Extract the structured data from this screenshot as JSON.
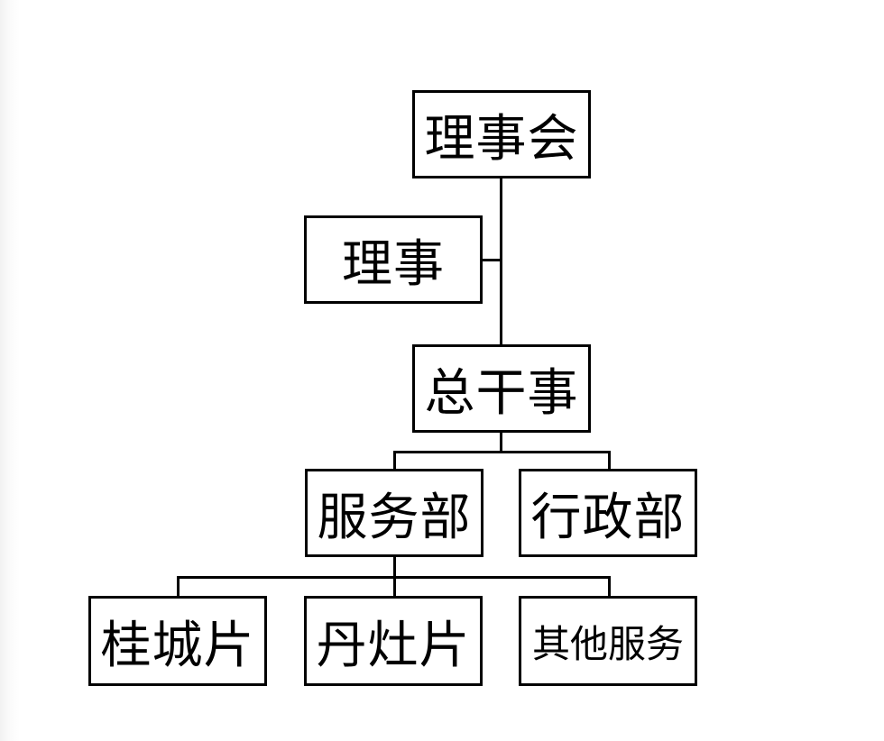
{
  "diagram": {
    "type": "org-chart",
    "colors": {
      "background": "#ffffff",
      "border": "#000000",
      "text": "#000000",
      "line": "#000000"
    },
    "nodes": {
      "board": {
        "label": "理事会"
      },
      "director": {
        "label": "理事"
      },
      "secretary_general": {
        "label": "总干事"
      },
      "service_dept": {
        "label": "服务部"
      },
      "admin_dept": {
        "label": "行政部"
      },
      "guicheng_area": {
        "label": "桂城片"
      },
      "danzao_area": {
        "label": "丹灶片"
      },
      "other_services": {
        "label": "其他服务"
      }
    },
    "hierarchy": [
      {
        "from": "理事会",
        "to": "总干事"
      },
      {
        "from": "理事",
        "to": "理事会-总干事连线",
        "note": "side attachment"
      },
      {
        "from": "总干事",
        "to": "服务部"
      },
      {
        "from": "总干事",
        "to": "行政部"
      },
      {
        "from": "服务部",
        "to": "桂城片"
      },
      {
        "from": "服务部",
        "to": "丹灶片"
      },
      {
        "from": "服务部",
        "to": "其他服务"
      }
    ]
  }
}
